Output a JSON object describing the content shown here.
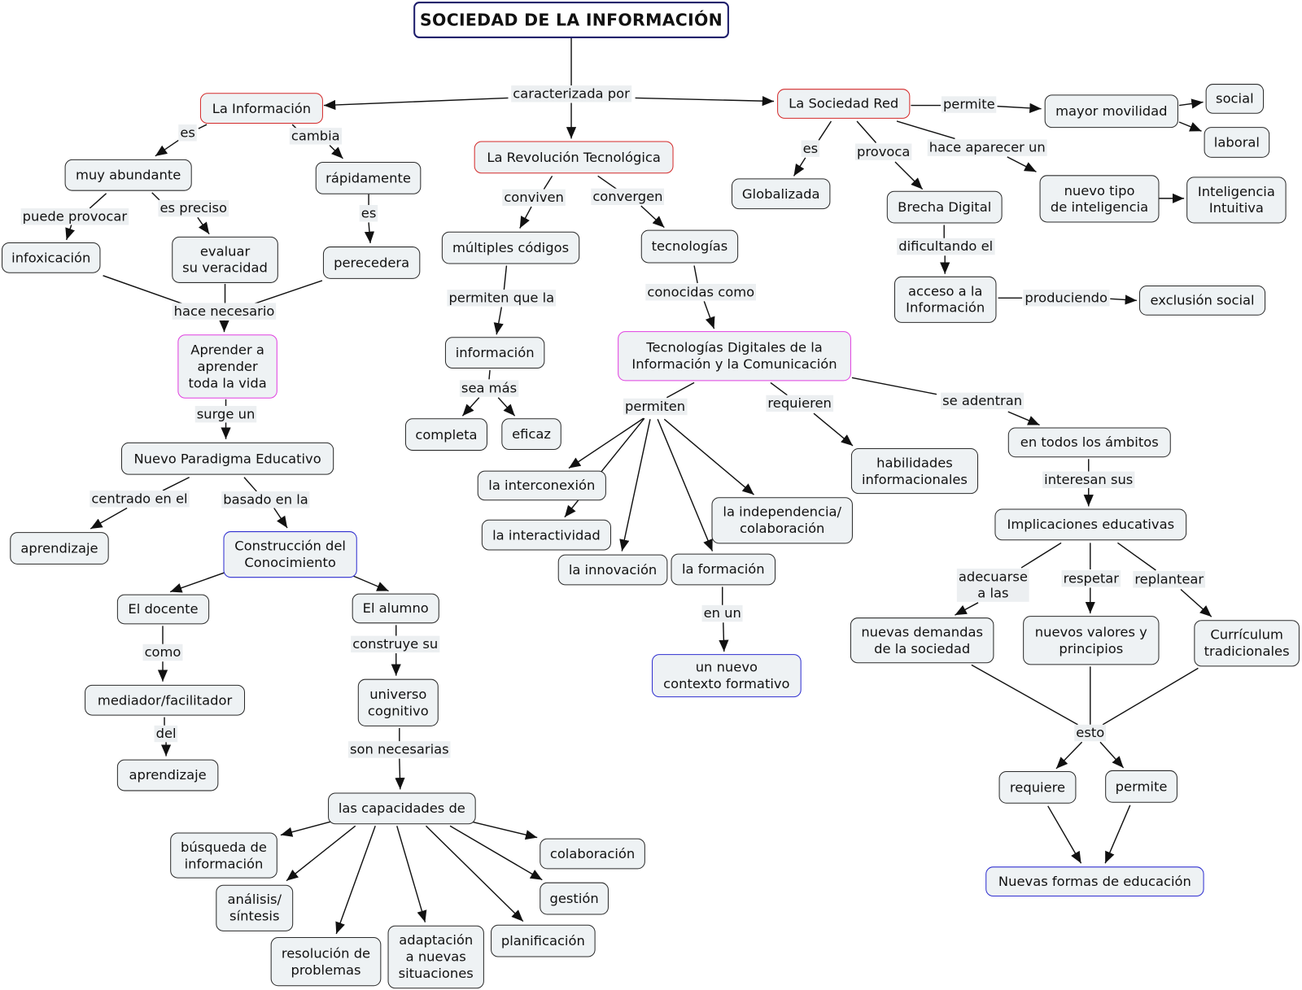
{
  "title": "SOCIEDAD DE LA INFORMACIÓN",
  "colors": {
    "node_fill": "#eef2f4",
    "node_border": "#2b2b2b",
    "link_fill": "#eceff1",
    "title_border": "#1c1c6b",
    "red_border": "#d42a2a",
    "magenta_border": "#e03fe0",
    "blue_border": "#2f2fd0",
    "line": "#111111"
  },
  "concepts": {
    "la_informacion": "La Información",
    "revolucion_tecnologica": "La Revolución Tecnológica",
    "sociedad_red": "La Sociedad Red",
    "muy_abundante": "muy abundante",
    "rapidamente": "rápidamente",
    "infoxicacion": "infoxicación",
    "evaluar_veracidad": "evaluar\nsu veracidad",
    "perecedera": "perecedera",
    "aprender_a_aprender": "Aprender a\naprender\ntoda la vida",
    "nuevo_paradigma": "Nuevo Paradigma Educativo",
    "aprendizaje_1": "aprendizaje",
    "construccion_conocimiento": "Construcción del\nConocimiento",
    "el_docente": "El docente",
    "el_alumno": "El alumno",
    "mediador_facilitador": "mediador/facilitador",
    "universo_cognitivo": "universo\ncognitivo",
    "aprendizaje_2": "aprendizaje",
    "las_capacidades": "las capacidades de",
    "busqueda_informacion": "búsqueda de\ninformación",
    "analisis_sintesis": "análisis/\nsíntesis",
    "resolucion_problemas": "resolución de\nproblemas",
    "adaptacion": "adaptación\na nuevas\nsituaciones",
    "planificacion": "planificación",
    "gestion": "gestión",
    "colaboracion": "colaboración",
    "multiples_codigos": "múltiples códigos",
    "tecnologias": "tecnologías",
    "informacion": "información",
    "completa": "completa",
    "eficaz": "eficaz",
    "tic": "Tecnologías Digitales de la\nInformación y la Comunicación",
    "interconexion": "la interconexión",
    "interactividad": "la interactividad",
    "innovacion": "la innovación",
    "formacion": "la formación",
    "independencia": "la independencia/\ncolaboración",
    "habilidades": "habilidades\ninformacionales",
    "nuevo_contexto": "un nuevo\ncontexto formativo",
    "todos_ambitos": "en todos los ámbitos",
    "implicaciones": "Implicaciones educativas",
    "nuevas_demandas": "nuevas demandas\nde la sociedad",
    "nuevos_valores": "nuevos valores y\nprincipios",
    "curriculum": "Currículum\ntradicionales",
    "requiere": "requiere",
    "permite": "permite",
    "nuevas_formas": "Nuevas formas de educación",
    "globalizada": "Globalizada",
    "brecha_digital": "Brecha Digital",
    "acceso_informacion": "acceso a la\nInformación",
    "exclusion_social": "exclusión social",
    "mayor_movilidad": "mayor movilidad",
    "social": "social",
    "laboral": "laboral",
    "nuevo_tipo": "nuevo tipo\nde inteligencia",
    "inteligencia_intuitiva": "Inteligencia\nIntuitiva"
  },
  "links": {
    "caracterizada_por": "caracterizada por",
    "es_informacion": "es",
    "cambia": "cambia",
    "puede_provocar": "puede provocar",
    "es_preciso": "es preciso",
    "es_rapidamente": "es",
    "hace_necesario": "hace necesario",
    "surge_un": "surge un",
    "centrado_en_el": "centrado en el",
    "basado_en_la": "basado en la",
    "como": "como",
    "del": "del",
    "construye_su": "construye su",
    "son_necesarias": "son necesarias",
    "conviven": "conviven",
    "convergen": "convergen",
    "permiten_que_la": "permiten que la",
    "sea_mas": "sea más",
    "conocidas_como": "conocidas como",
    "permiten": "permiten",
    "requieren": "requieren",
    "se_adentran": "se adentran",
    "en_un": "en un",
    "interesan_sus": "interesan sus",
    "adecuarse_a_las": "adecuarse\na las",
    "respetar": "respetar",
    "replantear": "replantear",
    "esto": "esto",
    "es_sociedad": "es",
    "provoca": "provoca",
    "hace_aparecer_un": "hace aparecer un",
    "permite_movilidad": "permite",
    "dificultando_el": "dificultando el",
    "produciendo": "produciendo"
  }
}
